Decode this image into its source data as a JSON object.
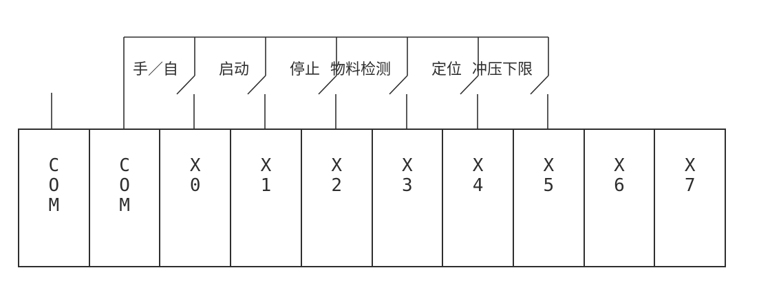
{
  "diagram": {
    "kind": "plc-input-wiring-diagram",
    "background": "#ffffff",
    "line_color": "#2e2e2e",
    "terminals": [
      {
        "label": "COM"
      },
      {
        "label": "COM"
      },
      {
        "label": "X0"
      },
      {
        "label": "X1"
      },
      {
        "label": "X2"
      },
      {
        "label": "X3"
      },
      {
        "label": "X4"
      },
      {
        "label": "X5"
      },
      {
        "label": "X6"
      },
      {
        "label": "X7"
      }
    ],
    "switches": [
      {
        "label": "手／自",
        "terminal": "X0"
      },
      {
        "label": "启动",
        "terminal": "X1"
      },
      {
        "label": "停止",
        "terminal": "X2"
      },
      {
        "label": "物料检测",
        "terminal": "X3"
      },
      {
        "label": "定位",
        "terminal": "X4"
      },
      {
        "label": "冲压下限",
        "terminal": "X5"
      }
    ]
  }
}
